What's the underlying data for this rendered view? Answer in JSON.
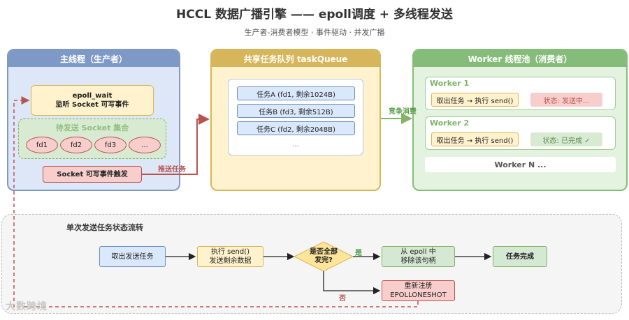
{
  "header": {
    "title": "HCCL 数据广播引擎 —— epoll调度 + 多线程发送",
    "subtitle": "生产者-消费者模型 · 事件驱动 · 并发广播"
  },
  "main_thread": {
    "title": "主线程（生产者）",
    "epoll_line1": "epoll_wait",
    "epoll_line2": "监听 Socket 可写事件",
    "socket_set_label": "待发送 Socket 集合",
    "fds": [
      "fd1",
      "fd2",
      "fd3",
      "..."
    ],
    "trigger": "Socket 可写事件触发"
  },
  "queue": {
    "title": "共享任务队列 taskQueue",
    "tasks": [
      "任务A (fd1, 剩余1024B)",
      "任务B (fd3, 剩余512B)",
      "任务C (fd2, 剩余2048B)"
    ],
    "ellipsis": "..."
  },
  "workers": {
    "title": "Worker 线程池（消费者）",
    "items": [
      {
        "name": "Worker 1",
        "action": "取出任务 → 执行 send()",
        "status": "状态: 发送中..."
      },
      {
        "name": "Worker 2",
        "action": "取出任务 → 执行 send()",
        "status": "状态: 已完成 ✓"
      }
    ],
    "more": "Worker N ..."
  },
  "arrows": {
    "push": "推送任务",
    "compete": "竞争消费",
    "yes": "是",
    "no": "否"
  },
  "flow": {
    "title": "单次发送任务状态流转",
    "fetch": "取出发送任务",
    "send_line1": "执行 send()",
    "send_line2": "发送剩余数据",
    "decision_line1": "是否全部",
    "decision_line2": "发完?",
    "remove_line1": "从 epoll 中",
    "remove_line2": "移除该句柄",
    "done": "任务完成",
    "rereg_line1": "重新注册",
    "rereg_line2": "EPOLLONESHOT"
  },
  "watermark": "大数跨境",
  "colors": {
    "main": "#7f99c6",
    "queue": "#d7b55a",
    "worker": "#86bc79",
    "red_arrow": "#b85450",
    "green_arrow": "#82b366"
  }
}
